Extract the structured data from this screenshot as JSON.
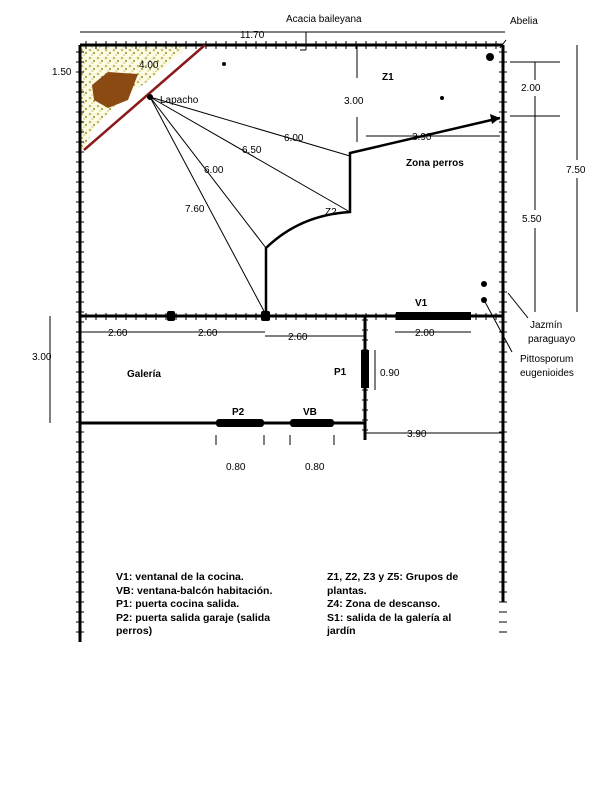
{
  "plants": {
    "acacia": "Acacia baileyana",
    "abelia": "Abelia",
    "lapacho": "Lapacho",
    "jazmin": "Jazmín paraguayo",
    "pittosporum": "Pittosporum eugenioides"
  },
  "dimensions": {
    "top_width": "11.70",
    "left_top": "1.50",
    "diag_top": "4.00",
    "z1_depth": "3.00",
    "right_top": "2.00",
    "z1_right": "3.90",
    "r_600": "6.00",
    "r_650": "6.50",
    "r_600b": "6.00",
    "r_760": "7.60",
    "right_mid": "5.50",
    "right_total": "7.50",
    "left_house": "3.00",
    "seg1": "2.60",
    "seg2": "2.60",
    "seg3": "2.60",
    "v1_width": "2.00",
    "p1_width": "0.90",
    "house_right": "3.90",
    "p2_width": "0.80",
    "vb_width": "0.80"
  },
  "zones": {
    "z1": "Z1",
    "z2": "Z2",
    "perros": "Zona perros",
    "galeria": "Galería"
  },
  "openings": {
    "v1": "V1",
    "p1": "P1",
    "p2": "P2",
    "vb": "VB"
  },
  "legend_left": [
    "V1: ventanal de la cocina.",
    "VB: ventana-balcón habitación.",
    "P1: puerta cocina salida.",
    "P2: puerta salida garaje (salida",
    "perros)"
  ],
  "legend_right": [
    "Z1, Z2, Z3 y Z5: Grupos de",
    "plantas.",
    "Z4: Zona de descanso.",
    "S1: salida de la galería al",
    "jardín"
  ]
}
